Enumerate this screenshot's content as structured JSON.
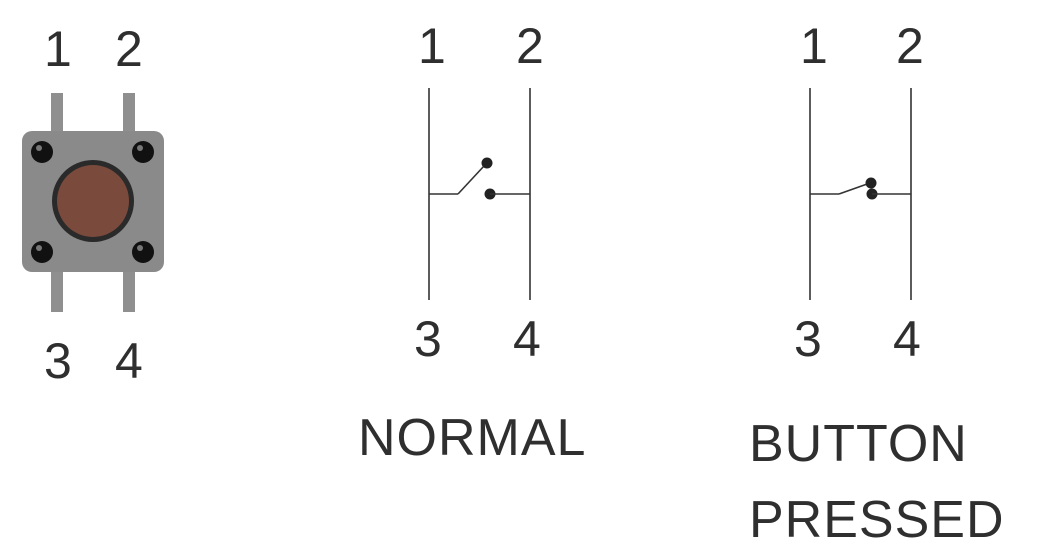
{
  "physical_button": {
    "pin_labels": [
      "1",
      "2",
      "3",
      "4"
    ],
    "colors": {
      "body": "#8a8a8a",
      "cap": "#7a4a3d",
      "cap_ring": "#2a2a2a",
      "pins": "#8f8f8f"
    }
  },
  "normal_diagram": {
    "pin_labels": [
      "1",
      "2",
      "3",
      "4"
    ],
    "caption": "NORMAL"
  },
  "pressed_diagram": {
    "pin_labels": [
      "1",
      "2",
      "3",
      "4"
    ],
    "caption_line1": "BUTTON",
    "caption_line2": "PRESSED"
  }
}
